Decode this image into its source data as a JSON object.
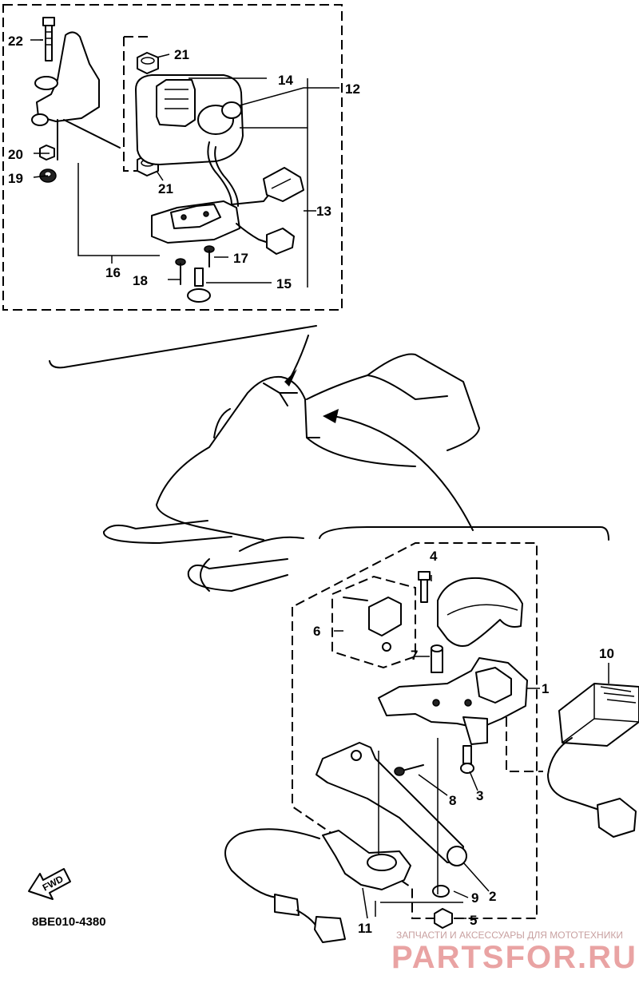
{
  "callouts": {
    "c1": "1",
    "c2": "2",
    "c3": "3",
    "c4": "4",
    "c5": "5",
    "c6": "6",
    "c7": "7",
    "c8": "8",
    "c9": "9",
    "c10": "10",
    "c11": "11",
    "c12": "12",
    "c13": "13",
    "c14": "14",
    "c15": "15",
    "c16": "16",
    "c17": "17",
    "c18": "18",
    "c19": "19",
    "c20": "20",
    "c21a": "21",
    "c21b": "21",
    "c22": "22"
  },
  "diagram_code": "8BE010-4380",
  "direction_label": "FWD",
  "watermark": {
    "top_text": "ЗАПЧАСТИ И АКСЕССУАРЫ ДЛЯ МОТОТЕХНИКИ",
    "logo_text": "PARTSFOR.RU"
  }
}
